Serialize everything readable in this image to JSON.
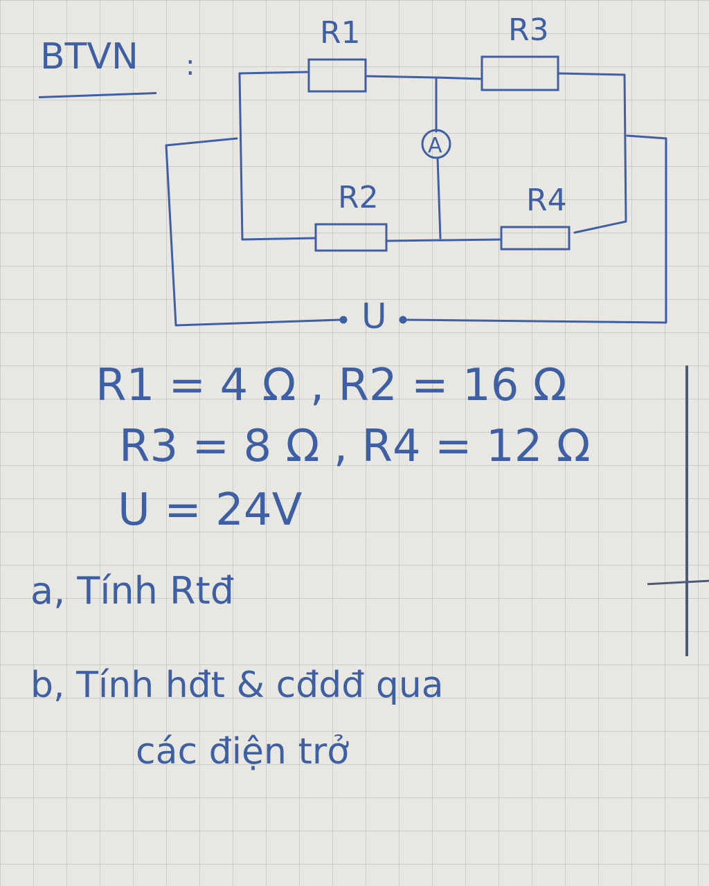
{
  "heading": "BTVN",
  "heading_colon": ":",
  "circuit": {
    "resistors": [
      {
        "id": "R1",
        "label": "R1"
      },
      {
        "id": "R2",
        "label": "R2"
      },
      {
        "id": "R3",
        "label": "R3"
      },
      {
        "id": "R4",
        "label": "R4"
      }
    ],
    "ammeter_label": "A",
    "voltage_label": "U"
  },
  "given": {
    "line1": "R1 = 4 Ω , R2 = 16 Ω",
    "line2": "R3 = 8 Ω , R4 = 12 Ω",
    "line3": "U = 24V"
  },
  "tasks": {
    "a": "a, Tính Rtđ",
    "b_line1": "b, Tính hđt & cđdđ qua",
    "b_line2": "các điện trở"
  },
  "colors": {
    "ink": "#3d5fa3",
    "board": "#e9e7e1",
    "grid": "#969696"
  }
}
